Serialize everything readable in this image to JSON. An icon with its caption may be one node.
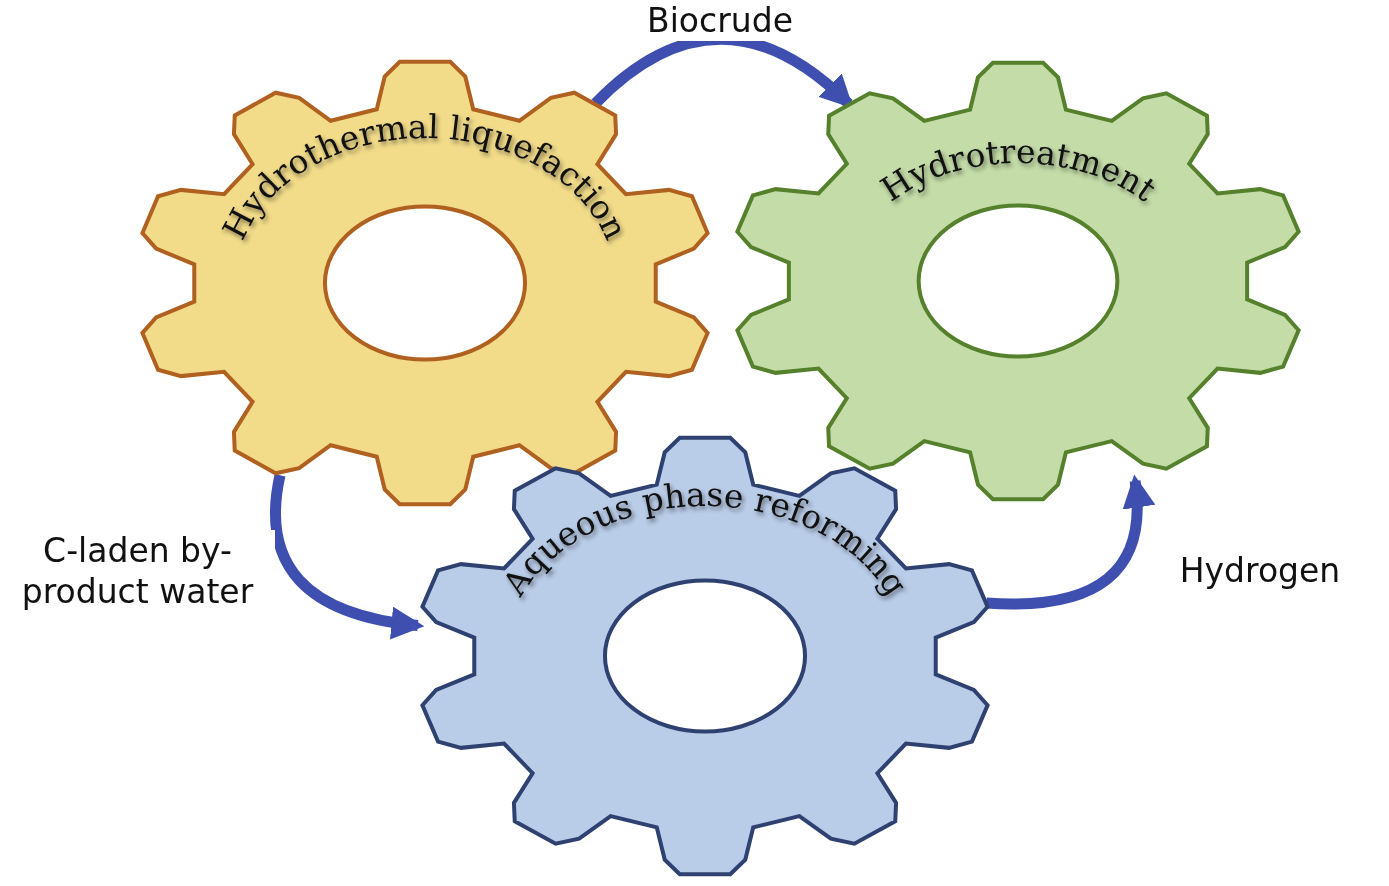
{
  "diagram": {
    "nodes": [
      {
        "text": [
          "Hydrothermal liquefaction"
        ]
      },
      {
        "text": [
          "Hydrotreatment"
        ]
      },
      {
        "text": [
          "Aqueous phase reforming"
        ]
      }
    ],
    "edges": [
      {
        "from": 0,
        "to": 1,
        "arrow": "to",
        "label": "Biocrude"
      },
      {
        "from": 0,
        "to": 2,
        "arrow": "to",
        "label": "C-laden by-product water"
      },
      {
        "from": 2,
        "to": 1,
        "arrow": "to",
        "label": "Hydrogen"
      }
    ]
  }
}
